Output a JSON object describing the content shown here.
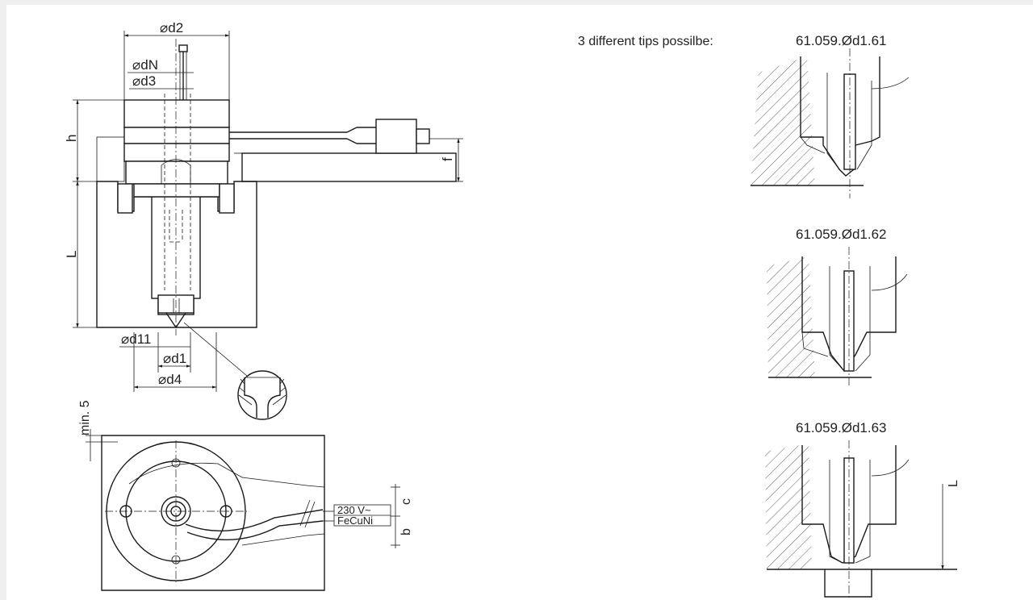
{
  "main_view": {
    "dims": {
      "d2": "⌀d2",
      "dN": "⌀dN",
      "d3": "⌀d3",
      "h": "h",
      "L": "L",
      "f": "f",
      "d11": "⌀d11",
      "d1": "⌀d1",
      "d4": "⌀d4"
    }
  },
  "plan_view": {
    "min": "min. 5",
    "c": "c",
    "b": "b",
    "voltage": "230 V~",
    "material": "FeCuNi"
  },
  "tips": {
    "heading": "3 different tips possilbe:",
    "items": [
      {
        "code": "61.059.Ød1.61"
      },
      {
        "code": "61.059.Ød1.62"
      },
      {
        "code": "61.059.Ød1.63",
        "dim": "L"
      }
    ]
  }
}
